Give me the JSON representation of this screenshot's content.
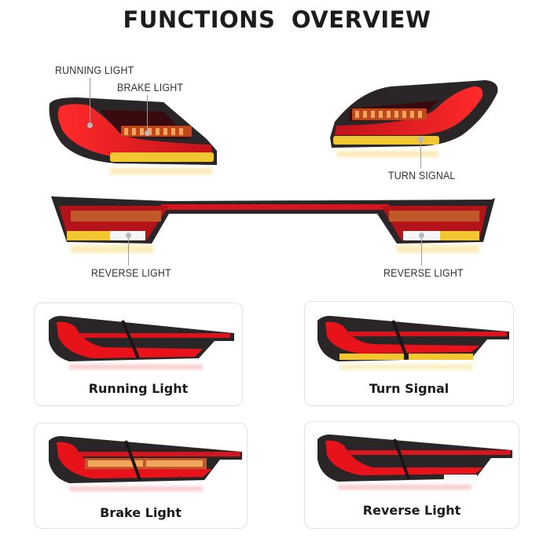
{
  "page": {
    "title": "FUNCTIONS  OVERVIEW"
  },
  "callouts": {
    "running_light": "RUNNING LIGHT",
    "brake_light": "BRAKE LIGHT",
    "turn_signal": "TURN SIGNAL",
    "reverse_light_left": "REVERSE LIGHT",
    "reverse_light_right": "REVERSE LIGHT"
  },
  "cards": [
    {
      "label": "Running Light",
      "mode": "running"
    },
    {
      "label": "Turn Signal",
      "mode": "turn"
    },
    {
      "label": "Brake Light",
      "mode": "brake"
    },
    {
      "label": "Reverse Light",
      "mode": "reverse"
    }
  ],
  "colors": {
    "lens_red": "#e8121b",
    "housing": "#2a2526",
    "amber": "#f2c631",
    "reverse_white": "#f4f6f8",
    "card_border": "#e2e2e2"
  }
}
